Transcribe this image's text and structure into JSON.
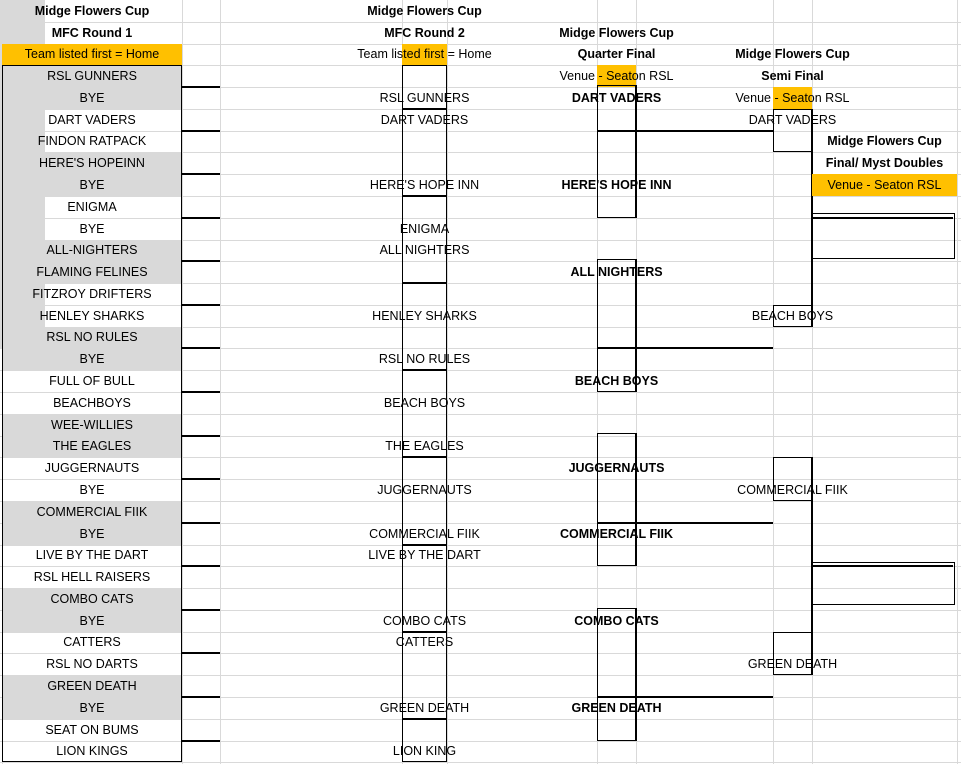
{
  "round1": {
    "title": "Midge Flowers Cup",
    "subtitle": "MFC Round 1",
    "note": "Team listed first = Home",
    "teams": [
      "RSL GUNNERS",
      "BYE",
      "DART VADERS",
      "FINDON RATPACK",
      "HERE'S HOPEINN",
      "BYE",
      "ENIGMA",
      "BYE",
      "ALL-NIGHTERS",
      "FLAMING FELINES",
      "FITZROY DRIFTERS",
      "HENLEY SHARKS",
      "RSL NO RULES",
      "BYE",
      "FULL OF BULL",
      "BEACHBOYS",
      "WEE-WILLIES",
      "THE EAGLES",
      "JUGGERNAUTS",
      "BYE",
      "COMMERCIAL FIIK",
      "BYE",
      "LIVE BY THE DART",
      "RSL HELL RAISERS",
      "COMBO CATS",
      "BYE",
      "CATTERS",
      "RSL NO DARTS",
      "GREEN DEATH",
      "BYE",
      "SEAT ON BUMS",
      "LION KINGS"
    ]
  },
  "round2": {
    "title": "Midge Flowers Cup",
    "subtitle": "MFC Round 2",
    "note": "Team listed first = Home",
    "teams": [
      "RSL GUNNERS",
      "DART VADERS",
      "",
      "HERE'S HOPE INN",
      "ENIGMA",
      "ALL NIGHTERS",
      "",
      "HENLEY SHARKS",
      "RSL NO RULES",
      "BEACH BOYS",
      "THE EAGLES",
      "JUGGERNAUTS",
      "COMMERCIAL FIIK",
      "LIVE BY THE DART",
      "COMBO CATS",
      "CATTERS",
      "",
      "GREEN DEATH",
      "LION KING"
    ]
  },
  "quarter": {
    "title": "Midge Flowers Cup",
    "subtitle": "Quarter Final",
    "venue": "Venue - Seaton RSL",
    "teams": [
      "DART VADERS",
      "HERE'S HOPE INN",
      "ALL NIGHTERS",
      "BEACH BOYS",
      "JUGGERNAUTS",
      "COMMERCIAL FIIK",
      "COMBO CATS",
      "GREEN DEATH"
    ]
  },
  "semi": {
    "title": "Midge Flowers Cup",
    "subtitle": "Semi Final",
    "venue": "Venue - Seaton RSL",
    "teams": [
      "DART VADERS",
      "BEACH BOYS",
      "COMMERCIAL FIIK",
      "GREEN DEATH"
    ]
  },
  "final": {
    "title": "Midge Flowers Cup",
    "subtitle": "Final/ Myst Doubles",
    "venue": "Venue - Seaton RSL"
  },
  "colors": {
    "shade": "#d9d9d9",
    "venue": "#ffc000",
    "gridline": "#d9d9d9"
  }
}
